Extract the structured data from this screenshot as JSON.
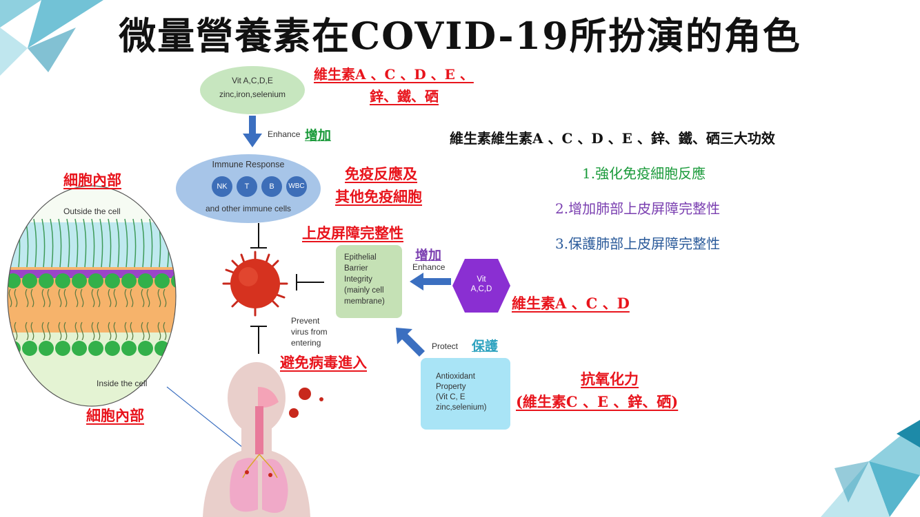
{
  "title": "微量營養素在COVID-19所扮演的角色",
  "colors": {
    "red": "#e8141c",
    "green": "#1a9a3a",
    "purple": "#7a3fb0",
    "blue": "#2a5a9a",
    "teal": "#2fa3c0"
  },
  "diagram": {
    "vit_ellipse": {
      "line1": "Vit A,C,D,E",
      "line2": "zinc,iron,selenium"
    },
    "vit_label_cn": {
      "line1": "維生素A 、C 、D 、E 、",
      "line2": "鋅、鐵、硒"
    },
    "enhance_en": "Enhance",
    "enhance_cn": "增加",
    "immune": {
      "title": "Immune Response",
      "chips": [
        "NK",
        "T",
        "B",
        "WBC"
      ],
      "footer": "and other immune cells"
    },
    "immune_cn": {
      "line1": "免疫反應及",
      "line2": "其他免疫細胞"
    },
    "barrier_cn": "上皮屏障完整性",
    "cell_top_cn": "細胞內部",
    "outside_cell": "Outside the cell",
    "inside_cell": "Inside the cell",
    "cell_bottom_cn": "細胞內部",
    "epithelial_box": [
      "Epithelial",
      "Barrier",
      "Integrity",
      "(mainly cell",
      "membrane)"
    ],
    "enhance2_cn": "增加",
    "enhance2_en": "Enhance",
    "vit_hex": {
      "line1": "Vit",
      "line2": "A,C,D"
    },
    "vit_acd_cn": "維生素A 、C 、D",
    "prevent_text": [
      "Prevent",
      "virus from",
      "entering"
    ],
    "prevent_cn": "避免病毒進入",
    "protect_en": "Protect",
    "protect_cn": "保護",
    "antioxidant_box": [
      "Antioxidant",
      "Property",
      "(Vit C, E",
      "zinc,selenium)"
    ],
    "antioxidant_cn": {
      "line1": "抗氧化力",
      "line2": "(維生素C 、E 、鋅、硒)"
    }
  },
  "summary": {
    "heading": "維生素維生素A 、C 、D 、E 、鋅、鐵、硒三大功效",
    "items": [
      "1.強化免疫細胞反應",
      "2.增加肺部上皮屏障完整性",
      "3.保護肺部上皮屏障完整性"
    ]
  }
}
